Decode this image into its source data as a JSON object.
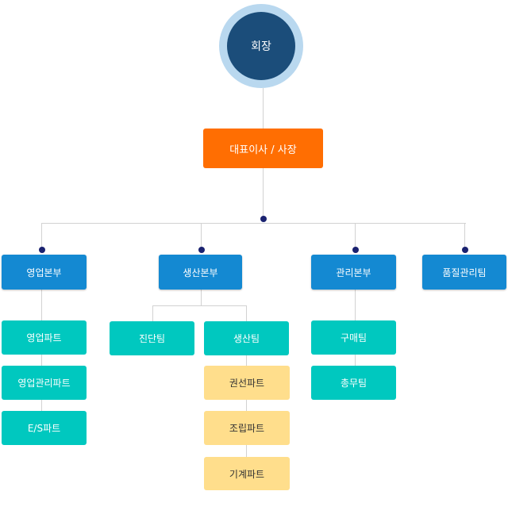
{
  "org": {
    "chairman": "회장",
    "ceo": "대표이사 / 사장",
    "divisions": {
      "sales": {
        "label": "영업본부",
        "teams": [
          "영업파트",
          "영업관리파트",
          "E/S파트"
        ]
      },
      "production": {
        "label": "생산본부",
        "teams": [
          "진단팀",
          "생산팀"
        ],
        "parts": [
          "권선파트",
          "조립파트",
          "기계파트"
        ]
      },
      "management": {
        "label": "관리본부",
        "teams": [
          "구매팀",
          "총무팀"
        ]
      },
      "quality": {
        "label": "품질관리팀"
      }
    }
  },
  "colors": {
    "chairman_outer": "#b9d8ef",
    "chairman_inner": "#1b4d7a",
    "ceo": "#ff6e02",
    "division": "#1489d2",
    "team": "#00c8bf",
    "part": "#ffde8c",
    "connector_dot": "#1a2270",
    "line": "#d2d2d2"
  }
}
